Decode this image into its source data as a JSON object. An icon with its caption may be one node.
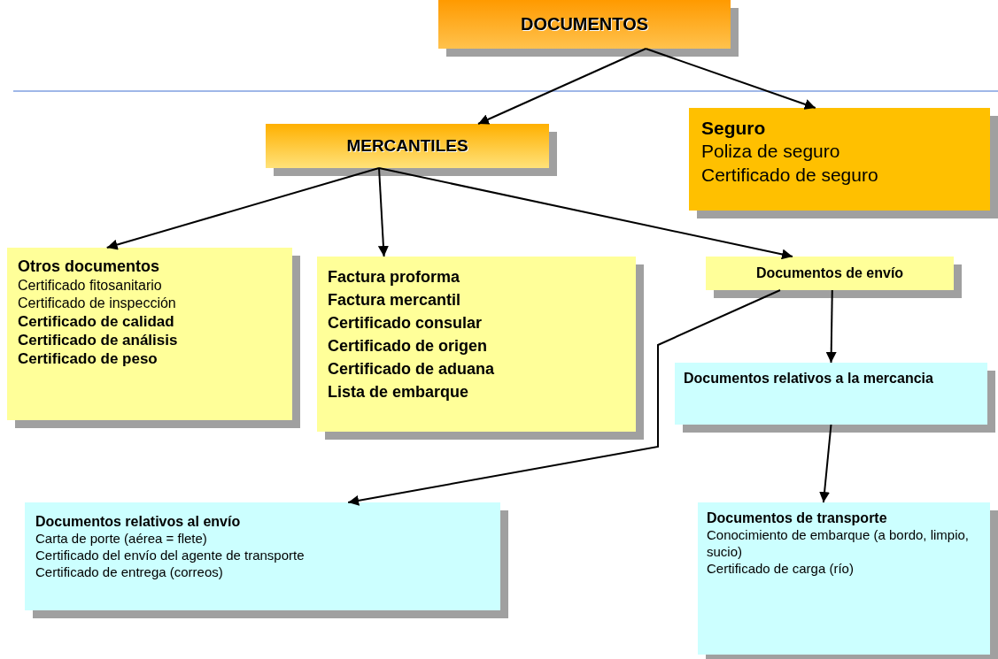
{
  "diagram": {
    "nodes": [
      {
        "text": [
          "DOCUMENTOS"
        ]
      },
      {
        "text": [
          "MERCANTILES"
        ]
      },
      {
        "text": [
          "Seguro",
          "Poliza de seguro",
          "Certificado de seguro"
        ]
      },
      {
        "text": [
          "Otros documentos",
          "Certificado fitosanitario",
          "Certificado de inspección",
          "Certificado de calidad",
          "Certificado de análisis",
          "Certificado de peso"
        ]
      },
      {
        "text": [
          "Factura proforma",
          "Factura mercantil",
          "Certificado consular",
          "Certificado de origen",
          "Certificado de aduana",
          "Lista de embarque"
        ]
      },
      {
        "text": [
          "Documentos de envío"
        ]
      },
      {
        "text": [
          "Documentos relativos a la mercancia"
        ]
      },
      {
        "text": [
          "Documentos relativos al envío",
          "Carta de porte (aérea = flete)",
          "Certificado del envío del agente de transporte",
          "Certificado de entrega (correos)"
        ]
      },
      {
        "text": [
          "Documentos de transporte",
          "Conocimiento de embarque (a bordo, limpio, sucio)",
          "Certificado de carga (río)"
        ]
      }
    ],
    "edges": [
      {
        "from": 0,
        "to": 1,
        "arrow": "to"
      },
      {
        "from": 0,
        "to": 2,
        "arrow": "to"
      },
      {
        "from": 1,
        "to": 3,
        "arrow": "to"
      },
      {
        "from": 1,
        "to": 4,
        "arrow": "to"
      },
      {
        "from": 1,
        "to": 5,
        "arrow": "to"
      },
      {
        "from": 5,
        "to": 6,
        "arrow": "to"
      },
      {
        "from": 5,
        "to": 7,
        "arrow": "to"
      },
      {
        "from": 6,
        "to": 8,
        "arrow": "to"
      }
    ]
  }
}
